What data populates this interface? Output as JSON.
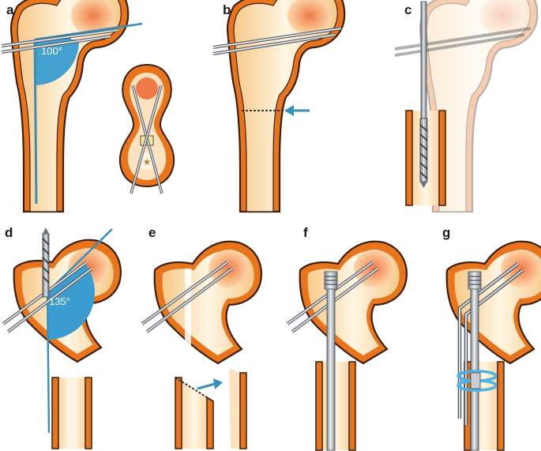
{
  "panels": [
    {
      "letter": "a",
      "angle": "100°"
    },
    {
      "letter": "b"
    },
    {
      "letter": "c"
    },
    {
      "letter": "d",
      "angle": "135°"
    },
    {
      "letter": "e"
    },
    {
      "letter": "f"
    },
    {
      "letter": "g"
    }
  ],
  "colors": {
    "cortex": "#e8741c",
    "cortex_outline": "#3a1f10",
    "marrow": "#fbe3b4",
    "marrow_center": "#fff7e6",
    "head_center": "#f08a5a",
    "wire": "#9aa1a8",
    "wire_dark": "#4f565c",
    "guide_blue": "#3a8fb5",
    "angle_fill": "#3a9ccf",
    "band_blue": "#4db3e6"
  }
}
